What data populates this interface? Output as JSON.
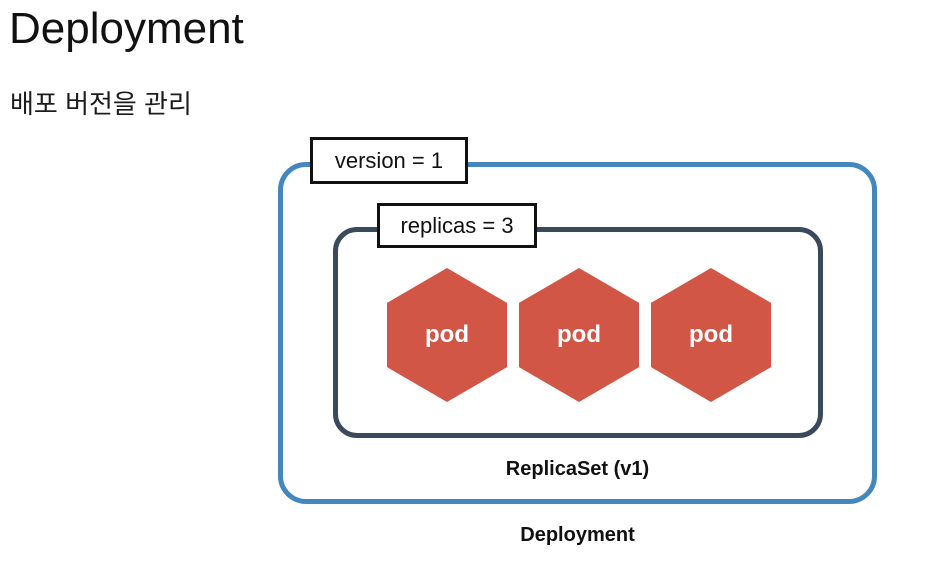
{
  "page": {
    "title": "Deployment",
    "subtitle": "배포 버전을 관리"
  },
  "diagram": {
    "deployment": {
      "caption": "Deployment",
      "version_tag": "version = 1"
    },
    "replicaset": {
      "caption": "ReplicaSet (v1)",
      "replicas_tag": "replicas = 3",
      "pods": [
        {
          "label": "pod"
        },
        {
          "label": "pod"
        },
        {
          "label": "pod"
        }
      ]
    },
    "colors": {
      "deployment_border": "#4387be",
      "replicaset_border": "#3b4a5b",
      "pod_fill": "#d25646",
      "tag_border": "#111111",
      "pod_text": "#ffffff"
    }
  }
}
